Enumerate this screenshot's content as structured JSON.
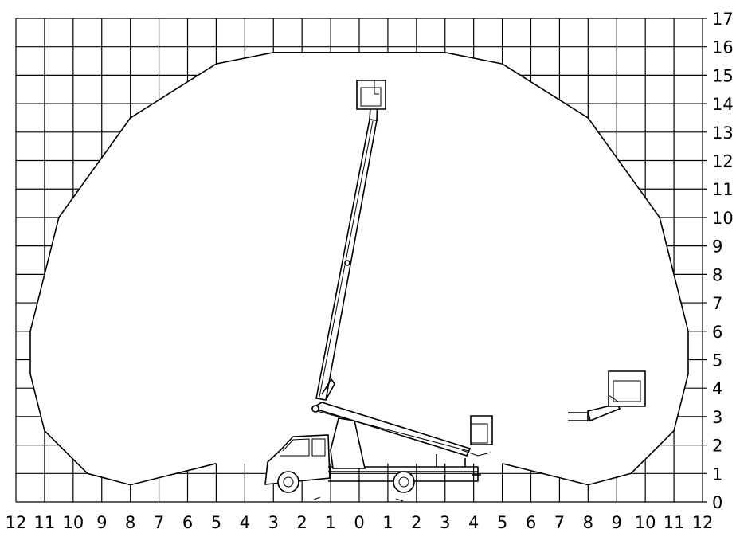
{
  "diagram": {
    "x_tick_labels": [
      "12",
      "11",
      "10",
      "9",
      "8",
      "7",
      "6",
      "5",
      "4",
      "3",
      "2",
      "1",
      "0",
      "1",
      "2",
      "3",
      "4",
      "5",
      "6",
      "7",
      "8",
      "9",
      "10",
      "11",
      "12"
    ],
    "y_tick_labels": [
      "0",
      "1",
      "2",
      "3",
      "4",
      "5",
      "6",
      "7",
      "8",
      "9",
      "10",
      "11",
      "12",
      "13",
      "14",
      "15",
      "16",
      "17"
    ],
    "x_range": [
      -12,
      12
    ],
    "y_range": [
      0,
      17
    ],
    "grid": true,
    "axis_units": "m"
  },
  "chart_data": {
    "type": "other",
    "title": "",
    "xlabel": "",
    "ylabel": "",
    "xlim": [
      -12,
      12
    ],
    "ylim": [
      0,
      17
    ],
    "grid": true,
    "working_envelope": {
      "x": [
        -5,
        -7,
        -8,
        -9.5,
        -11,
        -11.5,
        -11.5,
        -10.5,
        -8,
        -5,
        -3,
        -2,
        2,
        3,
        5,
        8,
        10.5,
        11.5,
        11.5,
        11,
        9.5,
        8,
        7,
        5
      ],
      "y": [
        1.35,
        0.85,
        0.6,
        1.0,
        2.5,
        4.5,
        6.0,
        10.0,
        13.5,
        15.4,
        15.8,
        15.8,
        15.8,
        15.8,
        15.4,
        13.5,
        10.0,
        6.0,
        4.5,
        2.5,
        1.0,
        0.6,
        0.85,
        1.35
      ]
    }
  }
}
